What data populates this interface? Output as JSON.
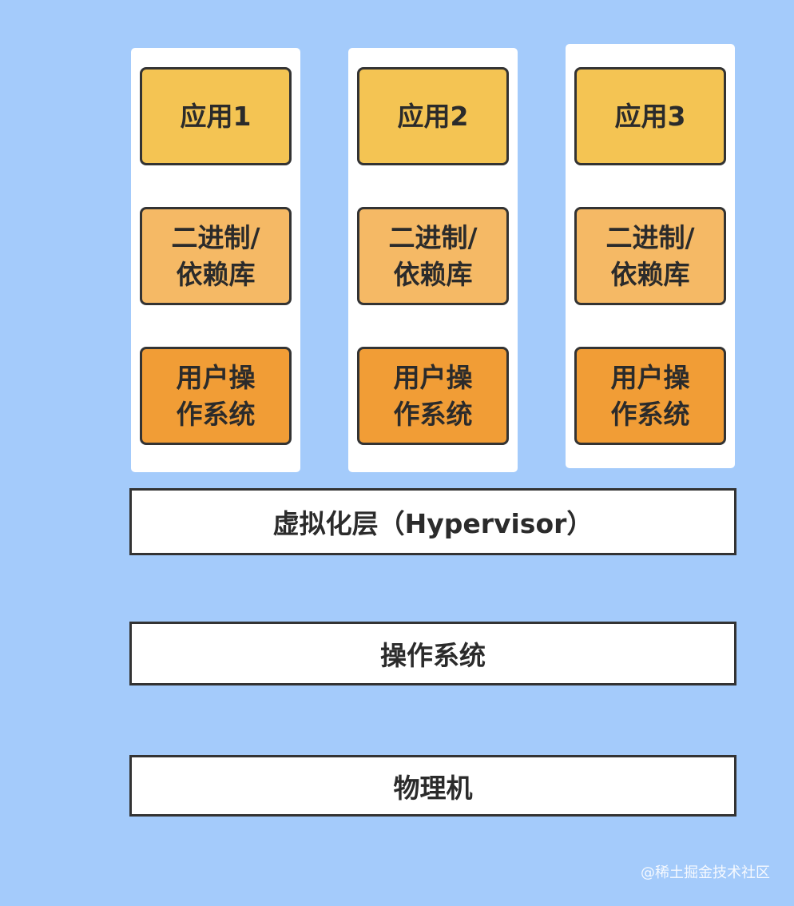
{
  "vms": [
    {
      "app": "应用1",
      "binaries": "二进制/\n依赖库",
      "guest_os": "用户操\n作系统"
    },
    {
      "app": "应用2",
      "binaries": "二进制/\n依赖库",
      "guest_os": "用户操\n作系统"
    },
    {
      "app": "应用3",
      "binaries": "二进制/\n依赖库",
      "guest_os": "用户操\n作系统"
    }
  ],
  "layers": {
    "hypervisor": "虚拟化层（Hypervisor）",
    "host_os": "操作系统",
    "hardware": "物理机"
  },
  "watermark": "@稀土掘金技术社区",
  "colors": {
    "background": "#a4cbfb",
    "app": "#f4c453",
    "binaries": "#f5b965",
    "guest_os": "#f19d36",
    "border": "#333333"
  }
}
